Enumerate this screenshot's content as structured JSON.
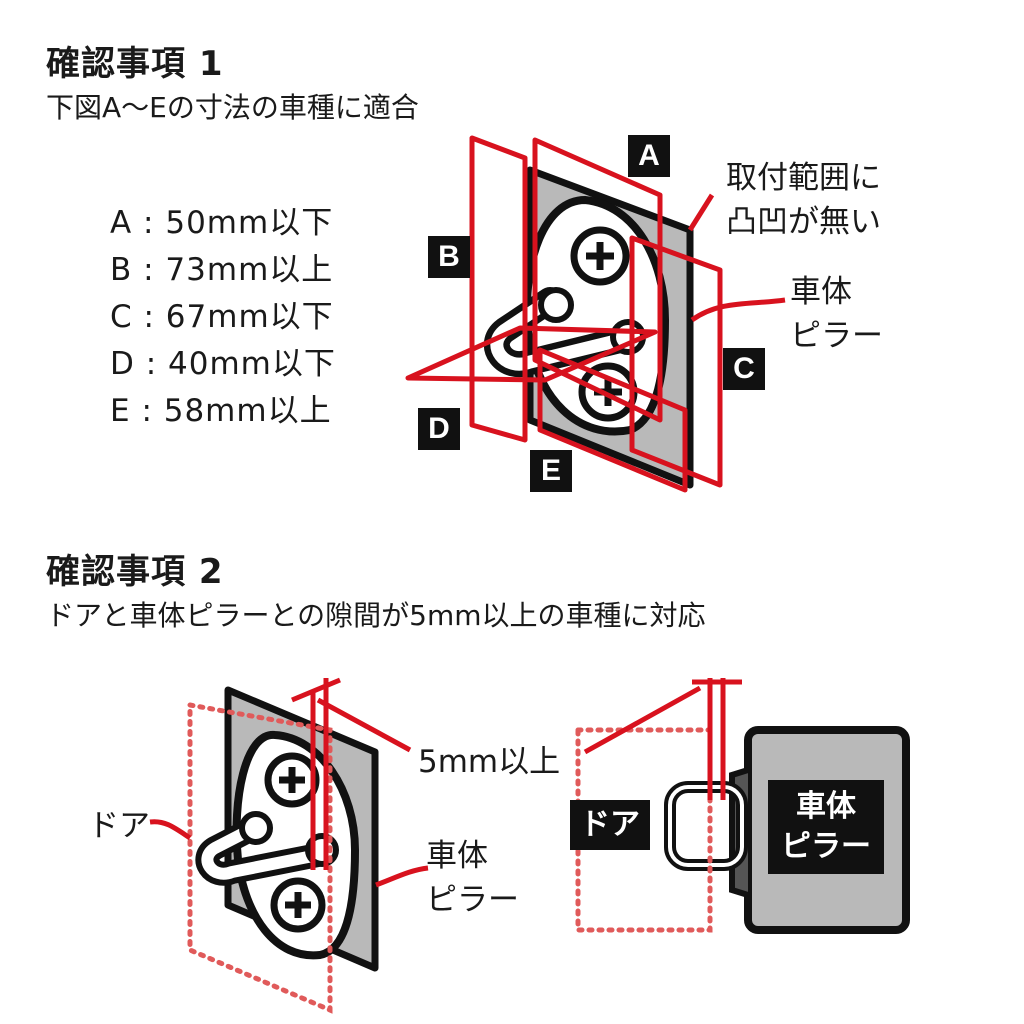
{
  "section1": {
    "title": "確認事項 1",
    "subtitle": "下図A〜Eの寸法の車種に適合",
    "specs": [
      "A : 50mm以下",
      "B : 73mm以上",
      "C : 67mm以下",
      "D : 40mm以下",
      "E : 58mm以上"
    ],
    "letters": {
      "a": "A",
      "b": "B",
      "c": "C",
      "d": "D",
      "e": "E"
    },
    "note_line1": "取付範囲に",
    "note_line2": "凸凹が無い",
    "pillar_line1": "車体",
    "pillar_line2": "ピラー"
  },
  "section2": {
    "title": "確認事項 2",
    "subtitle": "ドアと車体ピラーとの隙間が5mm以上の車種に対応",
    "gap_label": "5mm以上",
    "door_label": "ドア",
    "pillar_line1": "車体",
    "pillar_line2": "ピラー",
    "door_box": "ドア",
    "pillar_box": "車体\nピラー"
  },
  "colors": {
    "accent": "#d8121e",
    "dark": "#111111",
    "plate": "#b9b9b9"
  }
}
